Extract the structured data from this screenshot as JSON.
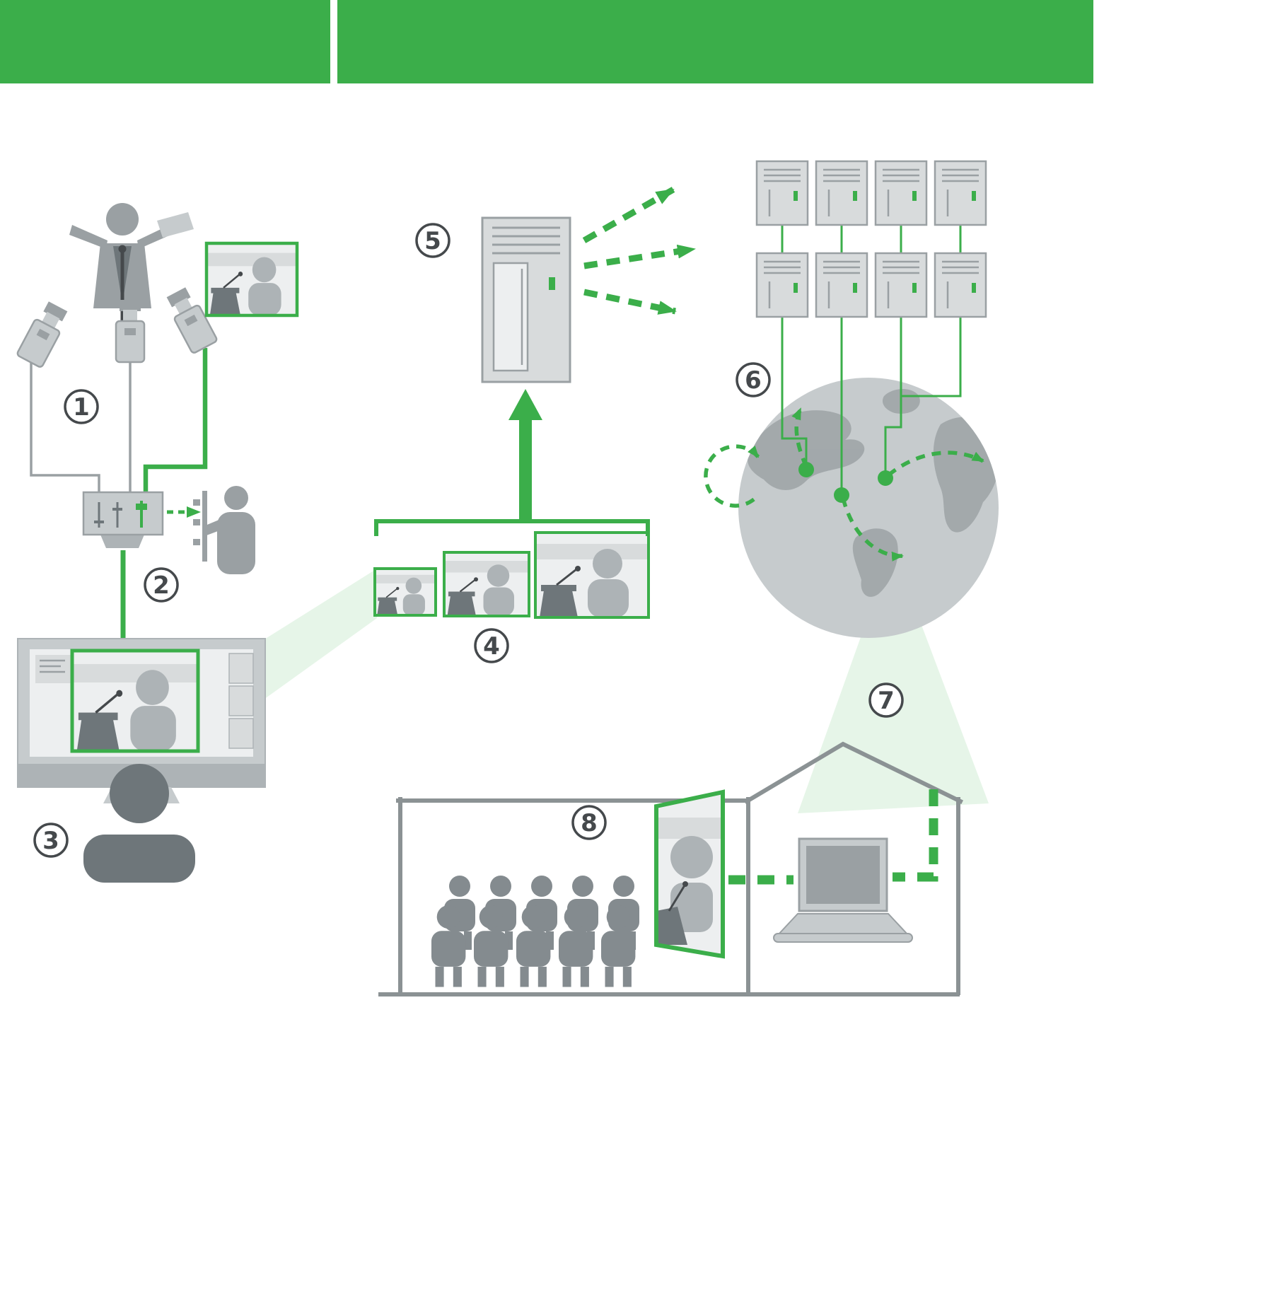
{
  "colors": {
    "green": "#3bae4a",
    "gray-100": "#edeff0",
    "gray-200": "#d8dbdc",
    "gray-300": "#c6cbcd",
    "gray-400": "#adb3b6",
    "gray-500": "#9aa0a3",
    "gray-600": "#848b8f",
    "gray-700": "#6e767a",
    "ink": "#45494c",
    "outline": "#8b9294",
    "white": "#ffffff"
  },
  "badges": [
    {
      "label": "1"
    },
    {
      "label": "2"
    },
    {
      "label": "3"
    },
    {
      "label": "4"
    },
    {
      "label": "5"
    },
    {
      "label": "6"
    },
    {
      "label": "7"
    },
    {
      "label": "8"
    }
  ],
  "icons": [
    "camera-icon",
    "presenter-icon",
    "video-mixer-icon",
    "operator-icon",
    "production-monitor-icon",
    "viewer-icon",
    "video-thumbnail-icon",
    "encoder-server-icon",
    "cdn-server-icon",
    "globe-icon",
    "dashed-arrow-icon",
    "house-icon",
    "audience-icon",
    "display-screen-icon",
    "laptop-icon"
  ]
}
